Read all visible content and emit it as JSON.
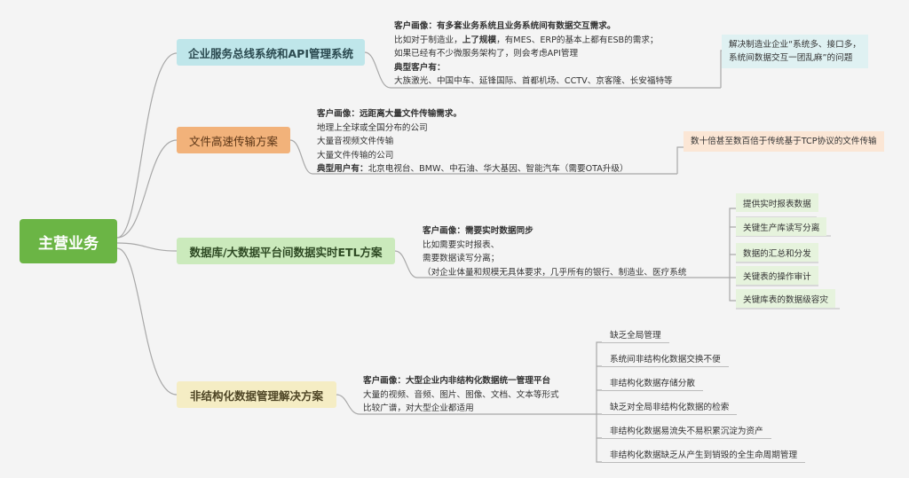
{
  "root": {
    "label": "主营业务"
  },
  "branches": [
    {
      "label": "企业服务总线系统和API管理系统",
      "desc": {
        "line1": "客户画像：有多套业务系统且业务系统间有数据交互需求。",
        "line2_a": "比如对于制造业，",
        "line2_b": "上了规模",
        "line2_c": "，有MES、ERP的基本上都有ESB的需求；",
        "line3": "如果已经有不少微服务架构了，则会考虑API管理",
        "line4": "典型客户有：",
        "line5": "大族激光、中国中车、延锋国际、首都机场、CCTV、京客隆、长安福特等"
      },
      "note": {
        "line1": "解决制造业企业“系统多、接口多，",
        "line2": "系统间数据交互一团乱麻”的问题"
      }
    },
    {
      "label": "文件高速传输方案",
      "desc": {
        "line1": "客户画像：远距离大量文件传输需求。",
        "line2": "地理上全球或全国分布的公司",
        "line3": "大量音视频文件传输",
        "line4": "大量文件传输的公司",
        "line5_a": "典型用户有：",
        "line5_b": "北京电视台、BMW、中石油、华大基因、智能汽车（需要OTA升级）"
      },
      "note": {
        "line1": "数十倍甚至数百倍于传统基于TCP协议的文件传输"
      }
    },
    {
      "label": "数据库/大数据平台间数据实时ETL方案",
      "desc": {
        "line1": "客户画像：需要实时数据同步",
        "line2": "比如需要实时报表、",
        "line3": "需要数据读写分离；",
        "line4": "（对企业体量和规模无具体要求，几乎所有的银行、制造业、医疗系统"
      },
      "leaves": [
        "提供实时报表数据",
        "关键生产库读写分离",
        "数据的汇总和分发",
        "关键表的操作审计",
        "关键库表的数据级容灾"
      ]
    },
    {
      "label": "非结构化数据管理解决方案",
      "desc": {
        "line1": "客户画像：大型企业内非结构化数据统一管理平台",
        "line2": "大量的视频、音频、图片、图像、文档、文本等形式",
        "line3": "比较广谱，对大型企业都适用"
      },
      "leaves": [
        "缺乏全局管理",
        "系统间非结构化数据交换不便",
        "非结构化数据存储分散",
        "缺乏对全局非结构化数据的检索",
        "非结构化数据易流失不易积累沉淀为资产",
        "非结构化数据缺乏从产生到销毁的全生命周期管理"
      ]
    }
  ],
  "colors": {
    "root": "#6bb545",
    "branch1": "#bfe6ea",
    "branch2": "#f2b27a",
    "branch3": "#cbeabc",
    "branch4": "#f5edc4",
    "connector": "#a8a8a8"
  }
}
